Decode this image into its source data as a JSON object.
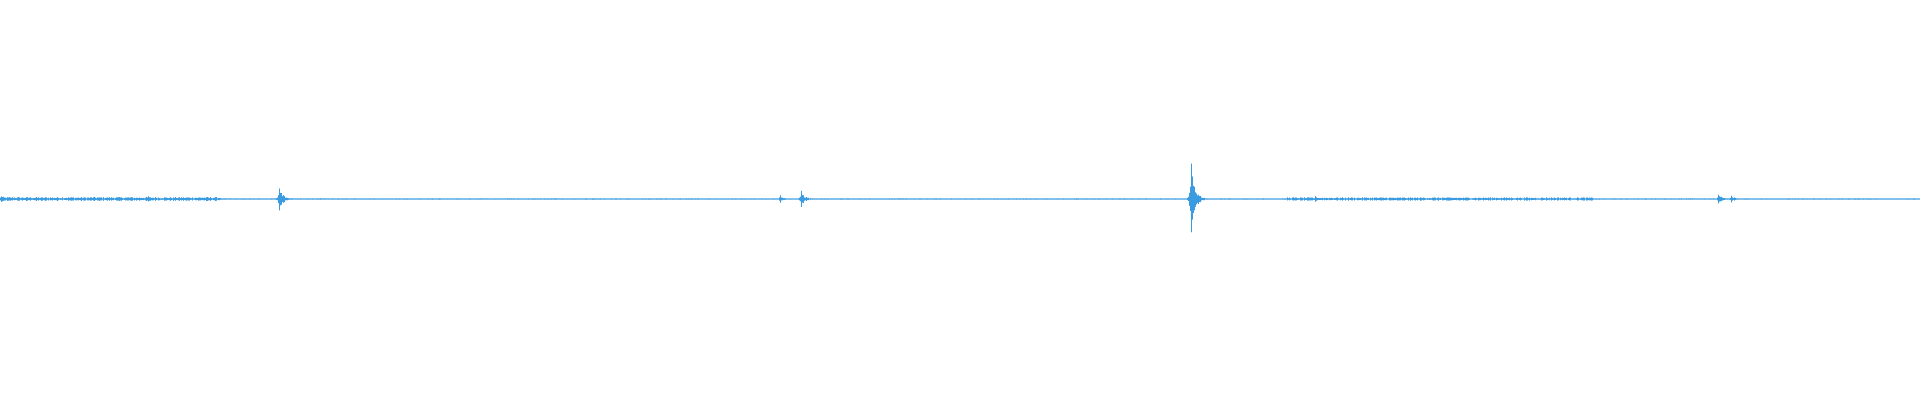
{
  "waveform": {
    "color": "#3b9be0",
    "background": "#ffffff",
    "amplitude_range": [
      -1,
      1
    ],
    "duration_fraction_range": [
      0,
      1
    ],
    "baseline_noise": 0.012,
    "noisy_segments": [
      {
        "start": 0.0,
        "end": 0.115,
        "level": 0.035
      },
      {
        "start": 0.67,
        "end": 0.83,
        "level": 0.03
      }
    ],
    "events": [
      {
        "t": 0.0005,
        "amplitude": 0.05
      },
      {
        "t": 0.077,
        "amplitude": 0.05
      },
      {
        "t": 0.1455,
        "amplitude": 0.2
      },
      {
        "t": 0.4065,
        "amplitude": 0.07
      },
      {
        "t": 0.417,
        "amplitude": 0.14
      },
      {
        "t": 0.6205,
        "amplitude": 0.62
      },
      {
        "t": 0.685,
        "amplitude": 0.05
      },
      {
        "t": 0.895,
        "amplitude": 0.08
      },
      {
        "t": 0.9015,
        "amplitude": 0.06
      }
    ]
  }
}
